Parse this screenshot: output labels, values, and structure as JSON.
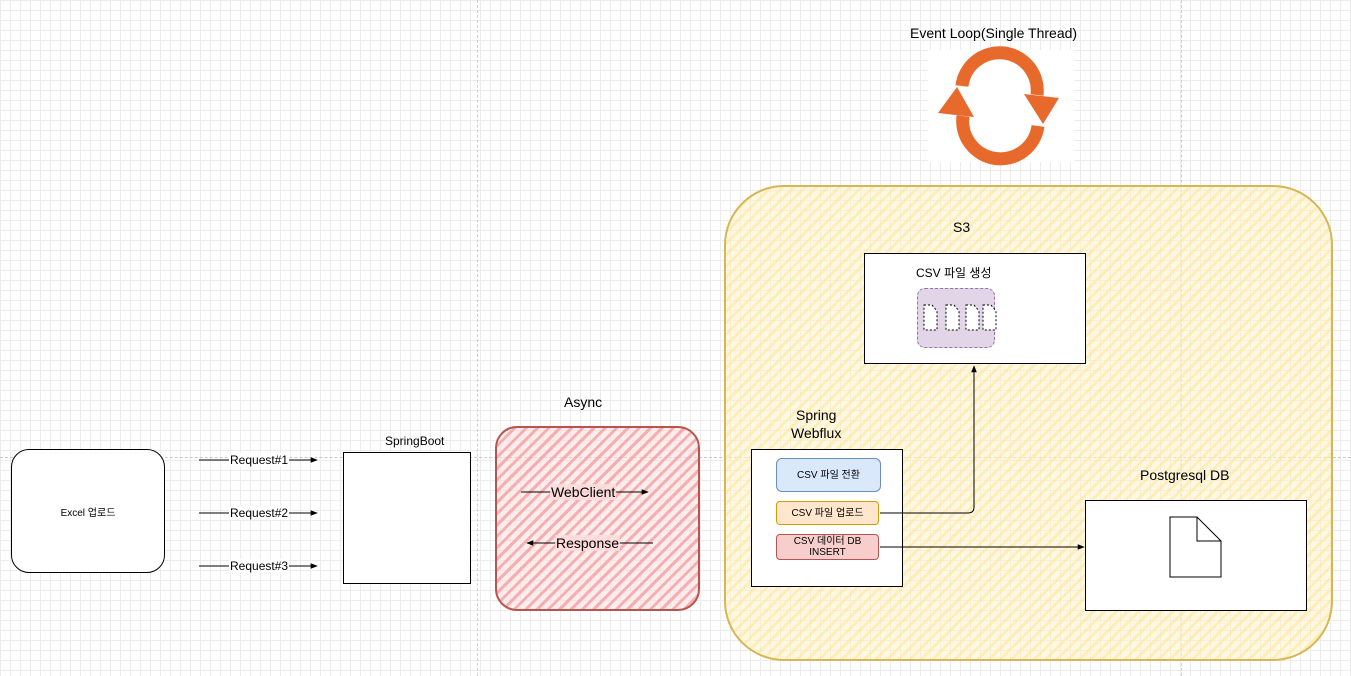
{
  "excel": {
    "label": "Excel 업로드"
  },
  "requests": [
    "Request#1",
    "Request#2",
    "Request#3"
  ],
  "springboot": {
    "label": "SpringBoot"
  },
  "async": {
    "title": "Async",
    "webclient": "WebClient",
    "response": "Response"
  },
  "eventloop": {
    "title": "Event Loop(Single Thread)",
    "icon": "refresh-cycle-icon"
  },
  "s3": {
    "title": "S3",
    "csv_create": "CSV 파일 생성"
  },
  "webflux": {
    "title_line1": "Spring",
    "title_line2": "Webflux",
    "convert": "CSV 파일 전환",
    "upload": "CSV 파일 업로드",
    "insert_line1": "CSV 데이터 DB",
    "insert_line2": "INSERT"
  },
  "postgres": {
    "title": "Postgresql DB",
    "icon": "document-icon"
  },
  "colors": {
    "yellow_border": "#d6b656",
    "red_border": "#b85450",
    "blue_fill": "#dae8fc",
    "blue_border": "#6c8ebf",
    "orange_fill": "#ffe6cc",
    "orange_border": "#d79b00",
    "red_fill": "#f8cecc",
    "purple_fill": "#e1d5e7",
    "purple_border": "#9673a6",
    "accent_orange": "#e8692c"
  }
}
